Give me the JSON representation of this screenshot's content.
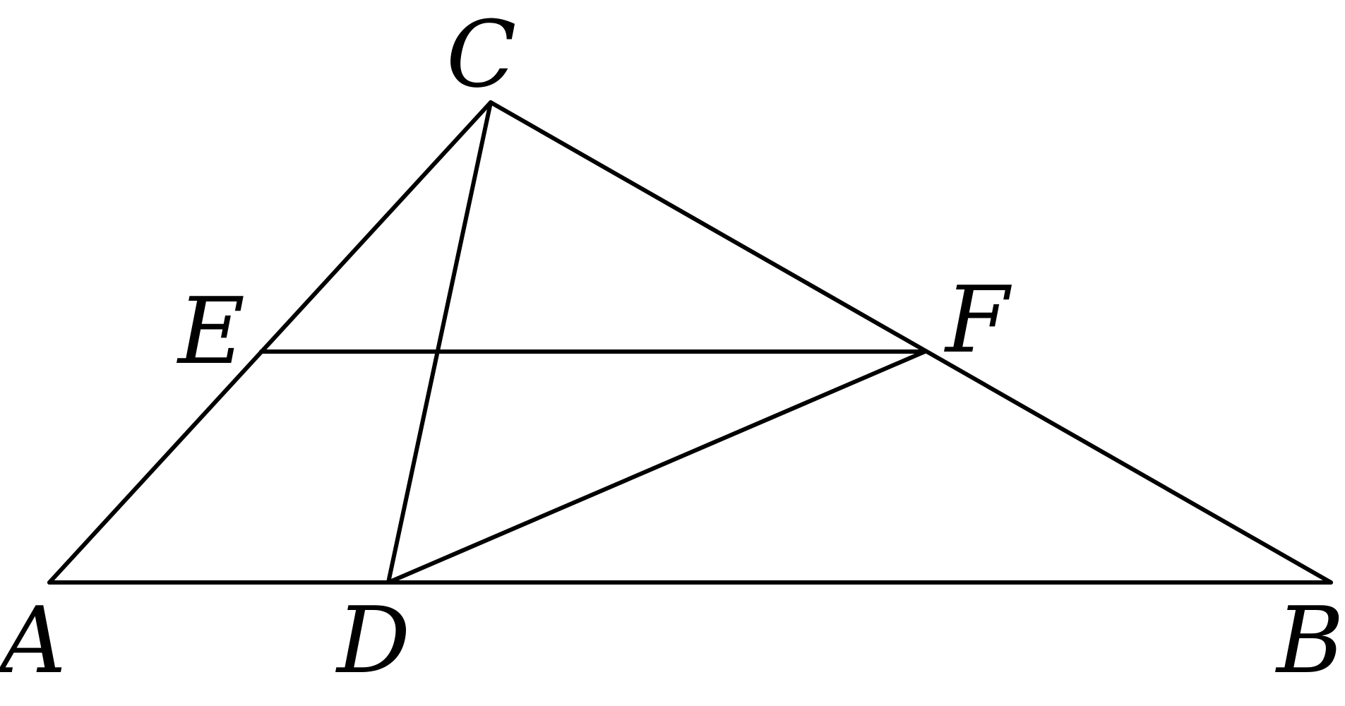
{
  "figure": {
    "stroke_color": "#000000",
    "background_color": "#ffffff",
    "points": {
      "A": {
        "label": "A"
      },
      "B": {
        "label": "B"
      },
      "C": {
        "label": "C"
      },
      "D": {
        "label": "D"
      },
      "E": {
        "label": "E"
      },
      "F": {
        "label": "F"
      }
    },
    "segments": [
      {
        "name": "segment-ab",
        "from": "A",
        "to": "B"
      },
      {
        "name": "segment-ac",
        "from": "A",
        "to": "C"
      },
      {
        "name": "segment-bc",
        "from": "B",
        "to": "C"
      },
      {
        "name": "segment-cd",
        "from": "C",
        "to": "D"
      },
      {
        "name": "segment-ef",
        "from": "E",
        "to": "F"
      },
      {
        "name": "segment-df",
        "from": "D",
        "to": "F"
      }
    ]
  }
}
